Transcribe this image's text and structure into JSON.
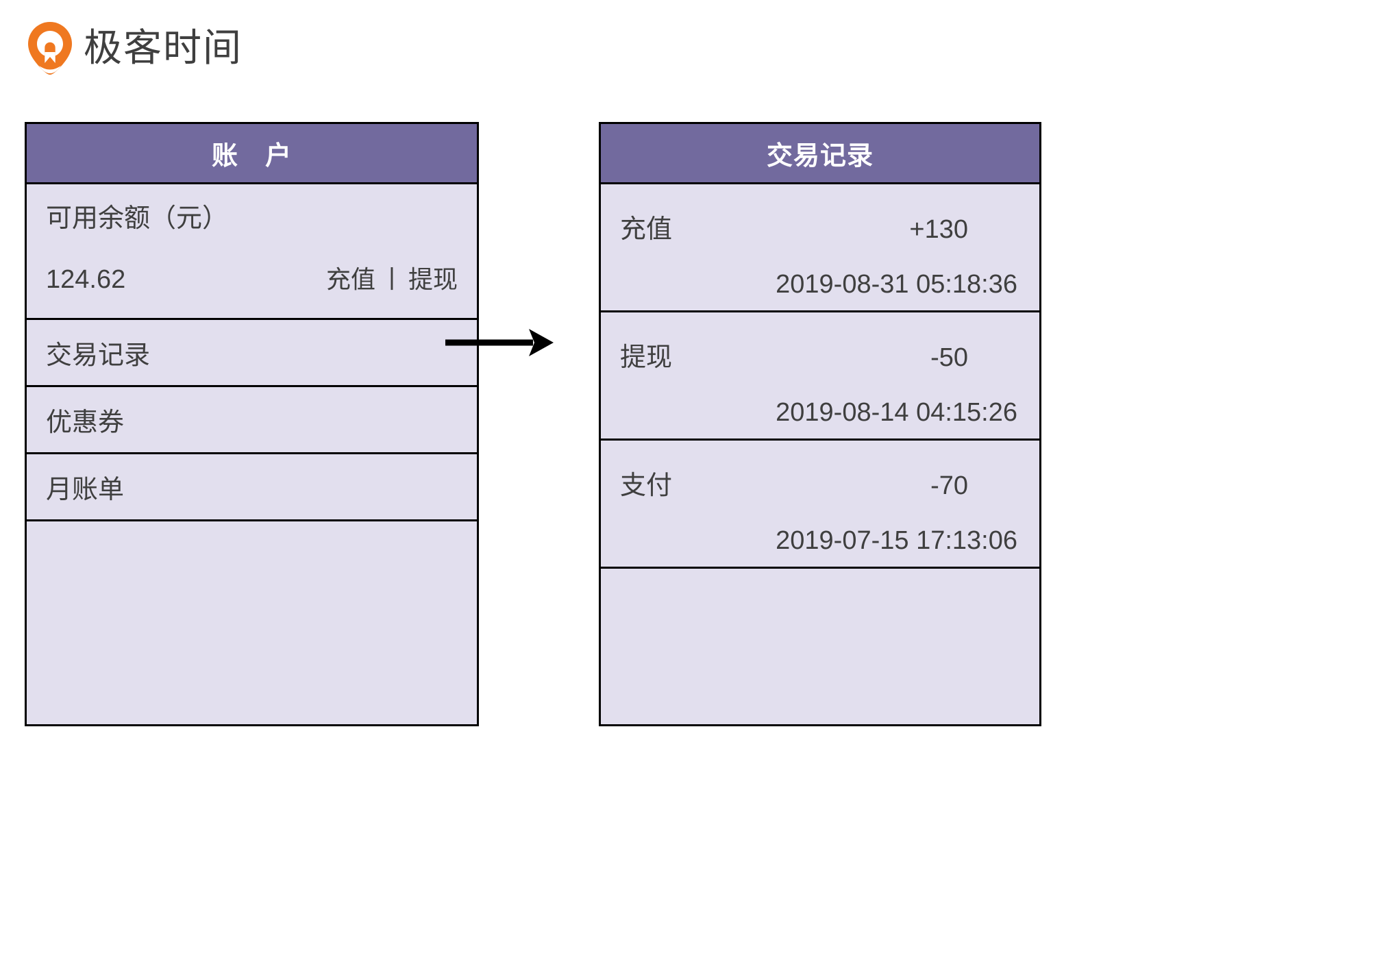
{
  "brand": {
    "logo_icon": "geek-time-pin-logo-icon",
    "name": "极客时间",
    "accent_color": "#ef7820"
  },
  "theme": {
    "header_bg": "#726a9e",
    "panel_bg": "#e2dfee",
    "border_color": "#000000",
    "text_color": "#3f3f3f",
    "header_text_color": "#ffffff"
  },
  "account_panel": {
    "title": "账　户",
    "balance": {
      "label": "可用余额（元）",
      "amount": "124.62",
      "action_recharge": "充值",
      "action_separator": "丨",
      "action_withdraw": "提现"
    },
    "menu_items": [
      {
        "label": "交易记录"
      },
      {
        "label": "优惠券"
      },
      {
        "label": "月账单"
      }
    ]
  },
  "transaction_panel": {
    "title": "交易记录",
    "rows": [
      {
        "type": "充值",
        "amount": "+130",
        "datetime": "2019-08-31 05:18:36"
      },
      {
        "type": "提现",
        "amount": "-50",
        "datetime": "2019-08-14 04:15:26"
      },
      {
        "type": "支付",
        "amount": "-70",
        "datetime": "2019-07-15 17:13:06"
      }
    ]
  },
  "connector": {
    "icon": "right-arrow-icon"
  }
}
